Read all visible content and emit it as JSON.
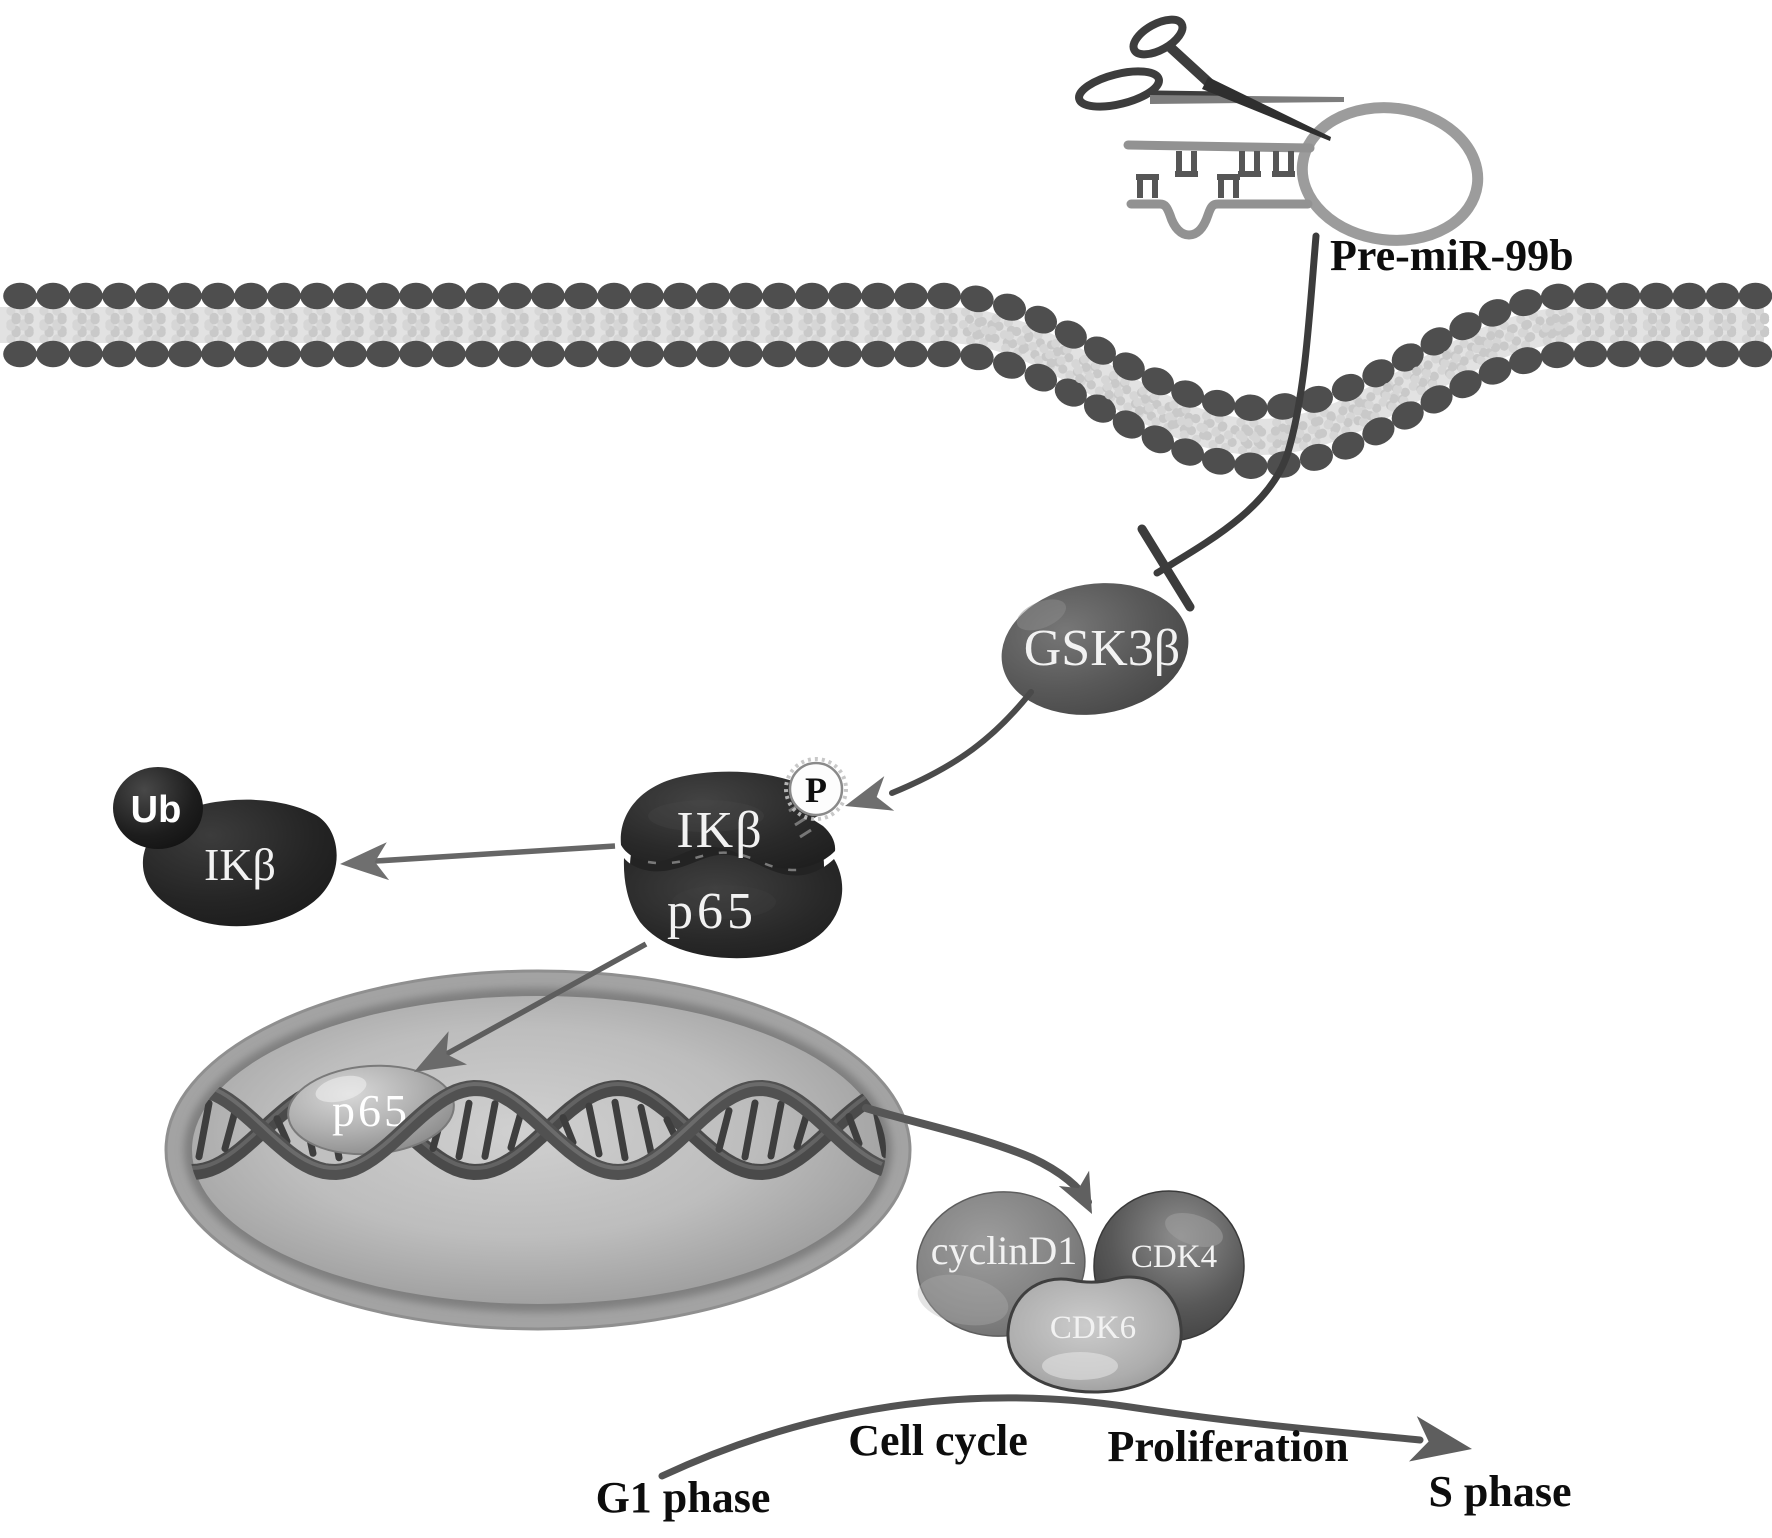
{
  "diagram": {
    "type": "signaling-pathway",
    "background": "#ffffff",
    "palette": {
      "ink": "#3c3c3c",
      "membrane_head": "#4e4e4e",
      "membrane_tail": "#d6d6d6",
      "rna_strand": "#929292",
      "dark_blob": "#262626",
      "gsk_blob": "#5d5d5d",
      "nucleus_rim": "#a3a3a3",
      "nucleus_inner_ring": "#7f7f7f",
      "arrow_line": "#5a5a5a",
      "arrow_head": "#686868",
      "dna_strand": "#4a4a4a",
      "black_label": "#0d0d0d",
      "white_label": "#f2f2f2"
    },
    "nodes": [
      {
        "id": "pre_mir_99b",
        "label": "Pre-miR-99b",
        "kind": "rna-hairpin"
      },
      {
        "id": "gsk3b",
        "label": "GSK3β",
        "kind": "protein"
      },
      {
        "id": "p_badge",
        "label": "P",
        "kind": "phosphate"
      },
      {
        "id": "ikb",
        "label": "IKβ",
        "kind": "protein"
      },
      {
        "id": "p65",
        "label": "p65",
        "kind": "protein"
      },
      {
        "id": "ub",
        "label": "Ub",
        "kind": "ubiquitin"
      },
      {
        "id": "ikb_ubiquitinated",
        "label": "IKβ",
        "kind": "protein"
      },
      {
        "id": "p65_nuclear",
        "label": "p65",
        "kind": "protein"
      },
      {
        "id": "cyclind1",
        "label": "cyclinD1",
        "kind": "protein"
      },
      {
        "id": "cdk4",
        "label": "CDK4",
        "kind": "protein"
      },
      {
        "id": "cdk6",
        "label": "CDK6",
        "kind": "protein"
      }
    ],
    "edges": [
      {
        "from": "pre_mir_99b",
        "to": "gsk3b",
        "type": "inhibition"
      },
      {
        "from": "gsk3b",
        "to": "ikb_p65_complex",
        "type": "phosphorylation"
      },
      {
        "from": "ikb_p65_complex",
        "to": "ikb_ubiquitinated",
        "type": "arrow"
      },
      {
        "from": "ikb_p65_complex",
        "to": "p65_nuclear",
        "type": "translocation"
      },
      {
        "from": "nucleus",
        "to": "cyclinD1_cdk4_cdk6",
        "type": "induction"
      },
      {
        "from": "G1 phase",
        "to": "S phase",
        "type": "progression"
      }
    ],
    "captions": {
      "cell_cycle": "Cell cycle",
      "proliferation": "Proliferation",
      "g1_phase": "G1 phase",
      "s_phase": "S phase"
    }
  }
}
